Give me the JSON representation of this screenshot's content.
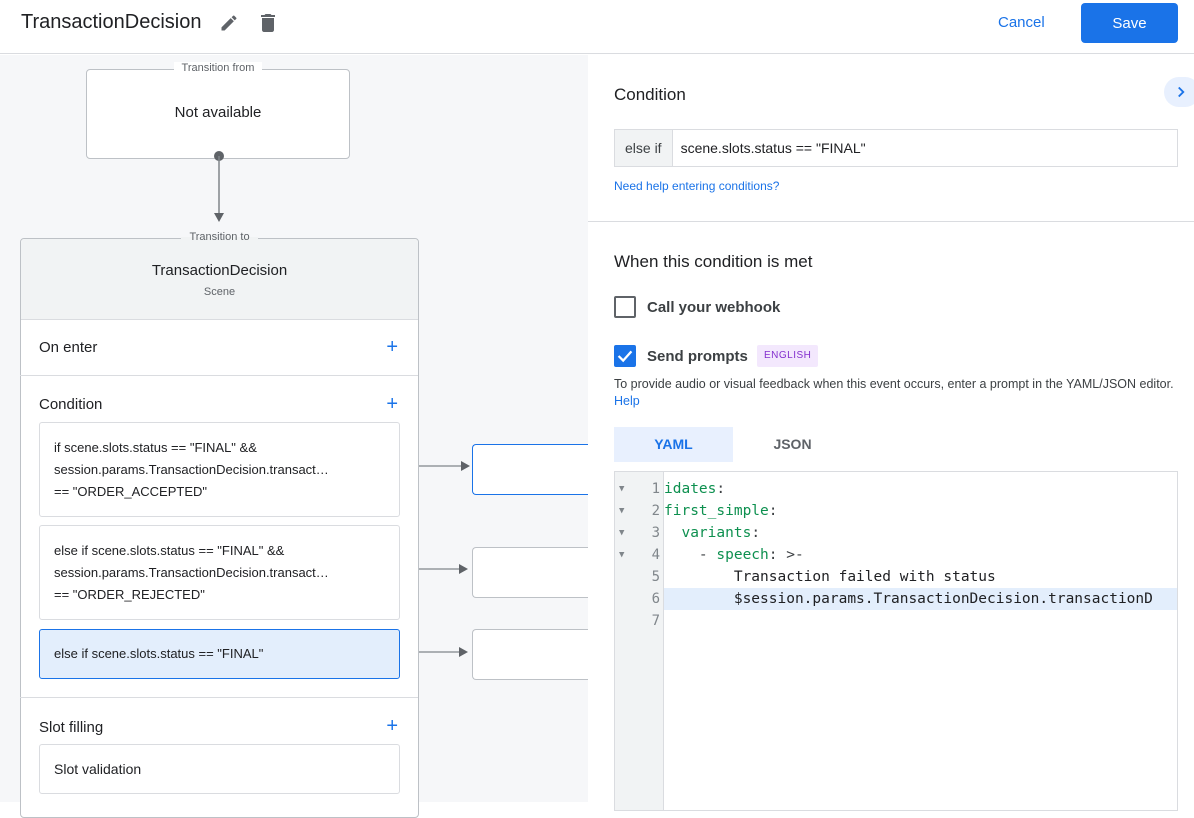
{
  "header": {
    "title": "TransactionDecision",
    "edit_icon": "pencil-icon",
    "delete_icon": "trash-icon",
    "cancel": "Cancel",
    "save": "Save"
  },
  "canvas": {
    "transition_from": {
      "legend": "Transition from",
      "value": "Not available"
    },
    "transition_to": {
      "legend": "Transition to",
      "name": "TransactionDecision",
      "type": "Scene"
    },
    "on_enter": "On enter",
    "condition": "Condition",
    "conditions": [
      {
        "lines": [
          "if scene.slots.status == \"FINAL\" &&",
          "session.params.TransactionDecision.transact…",
          "== \"ORDER_ACCEPTED\""
        ]
      },
      {
        "lines": [
          "else if scene.slots.status == \"FINAL\" &&",
          "session.params.TransactionDecision.transact…",
          "== \"ORDER_REJECTED\""
        ]
      },
      {
        "lines": [
          "else if scene.slots.status == \"FINAL\""
        ]
      }
    ],
    "slot_filling": "Slot filling",
    "slot_validation": "Slot validation"
  },
  "panel": {
    "condition_title": "Condition",
    "condition_prefix": "else if",
    "condition_value": "scene.slots.status == \"FINAL\"",
    "help_link": "Need help entering conditions?",
    "met_title": "When this condition is met",
    "webhook": {
      "label": "Call your webhook",
      "checked": false
    },
    "prompts": {
      "label": "Send prompts",
      "checked": true,
      "badge": "ENGLISH"
    },
    "description": "To provide audio or visual feedback when this event occurs, enter a prompt in the YAML/JSON editor.",
    "description_link": "Help",
    "tabs": [
      {
        "label": "YAML",
        "active": true
      },
      {
        "label": "JSON",
        "active": false
      }
    ],
    "code": [
      {
        "n": "1",
        "fold": true,
        "key": "idates",
        "rest": ":"
      },
      {
        "n": "2",
        "fold": true,
        "key": "first_simple",
        "rest": ":"
      },
      {
        "n": "3",
        "fold": true,
        "indent": "  ",
        "key": "variants",
        "rest": ":"
      },
      {
        "n": "4",
        "fold": true,
        "indent": "    - ",
        "key": "speech",
        "rest": ": >-"
      },
      {
        "n": "5",
        "fold": false,
        "indent": "        ",
        "text": "Transaction failed with status"
      },
      {
        "n": "6",
        "fold": false,
        "indent": "        ",
        "text": "$session.params.TransactionDecision.transactionD"
      },
      {
        "n": "7",
        "fold": false,
        "text": ""
      }
    ],
    "accent": "#1a73e8"
  }
}
